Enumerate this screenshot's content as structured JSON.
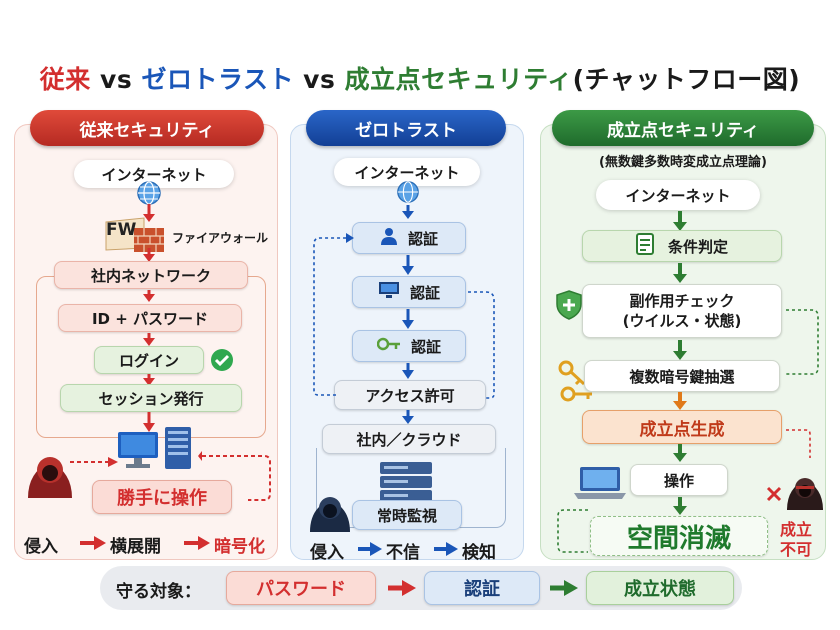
{
  "title": {
    "part1": "従来",
    "vs1": "vs",
    "part2": "ゼロトラスト",
    "vs2": "vs",
    "part3": "成立点セキュリティ",
    "part4": "(チャットフロー図)"
  },
  "legacy": {
    "header": "従来セキュリティ",
    "internet": "インターネット",
    "fw_label": "FW",
    "firewall": "ファイアウォール",
    "network": "社内ネットワーク",
    "idpw": "ID + パスワード",
    "login": "ログイン",
    "session": "セッション発行",
    "operate": "勝手に操作",
    "flow": [
      "侵入",
      "横展開",
      "暗号化"
    ]
  },
  "zerotrust": {
    "header": "ゼロトラスト",
    "internet": "インターネット",
    "auth1": "認証",
    "auth2": "認証",
    "auth3": "認証",
    "access": "アクセス許可",
    "cloud": "社内／クラウド",
    "monitor": "常時監視",
    "flow": [
      "侵入",
      "不信",
      "検知"
    ]
  },
  "establish": {
    "header": "成立点セキュリティ",
    "subtitle": "(無数鍵多数時変成立点理論)",
    "internet": "インターネット",
    "condition": "条件判定",
    "sidecheck_line1": "副作用チェック",
    "sidecheck_line2": "(ウイルス・状態)",
    "keys": "複数暗号鍵抽選",
    "generate": "成立点生成",
    "operation": "操作",
    "vanish": "空間消滅",
    "impossible_line1": "成立",
    "impossible_line2": "不可"
  },
  "bottom": {
    "label": "守る対象：",
    "item1": "パスワード",
    "item2": "認証",
    "item3": "成立状態"
  },
  "colors": {
    "red": "#d32f2f",
    "blue": "#1a56b8",
    "green": "#2e7d32",
    "orange": "#e07a1a"
  }
}
